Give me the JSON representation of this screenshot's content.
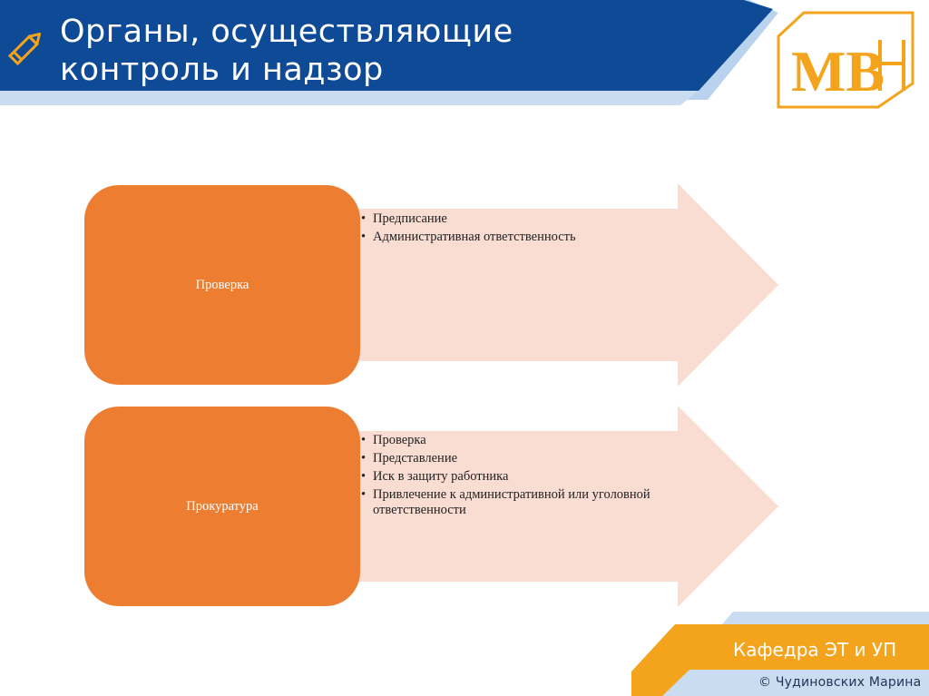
{
  "header": {
    "title_line1": "Органы, осуществляющие",
    "title_line2": "контроль и надзор",
    "logo_text": "МВ"
  },
  "diagram": {
    "rows": [
      {
        "label": "Проверка",
        "items": [
          "Предписание",
          "Административная ответственность"
        ]
      },
      {
        "label": "Прокуратура",
        "items": [
          "Проверка",
          "Представление",
          "Иск в защиту работника",
          "Привлечение к административной или уголовной ответственности"
        ]
      }
    ]
  },
  "footer": {
    "department": "Кафедра ЭТ и УП",
    "copyright": "© Чудиновских Марина"
  },
  "colors": {
    "header_blue": "#0e4a96",
    "header_light": "#b9d3ee",
    "accent_orange": "#f3a31c",
    "box_orange": "#ed7d31",
    "arrow_fill": "#f9ddd3"
  },
  "icons": [
    "pencil-icon",
    "mvb-logo"
  ]
}
